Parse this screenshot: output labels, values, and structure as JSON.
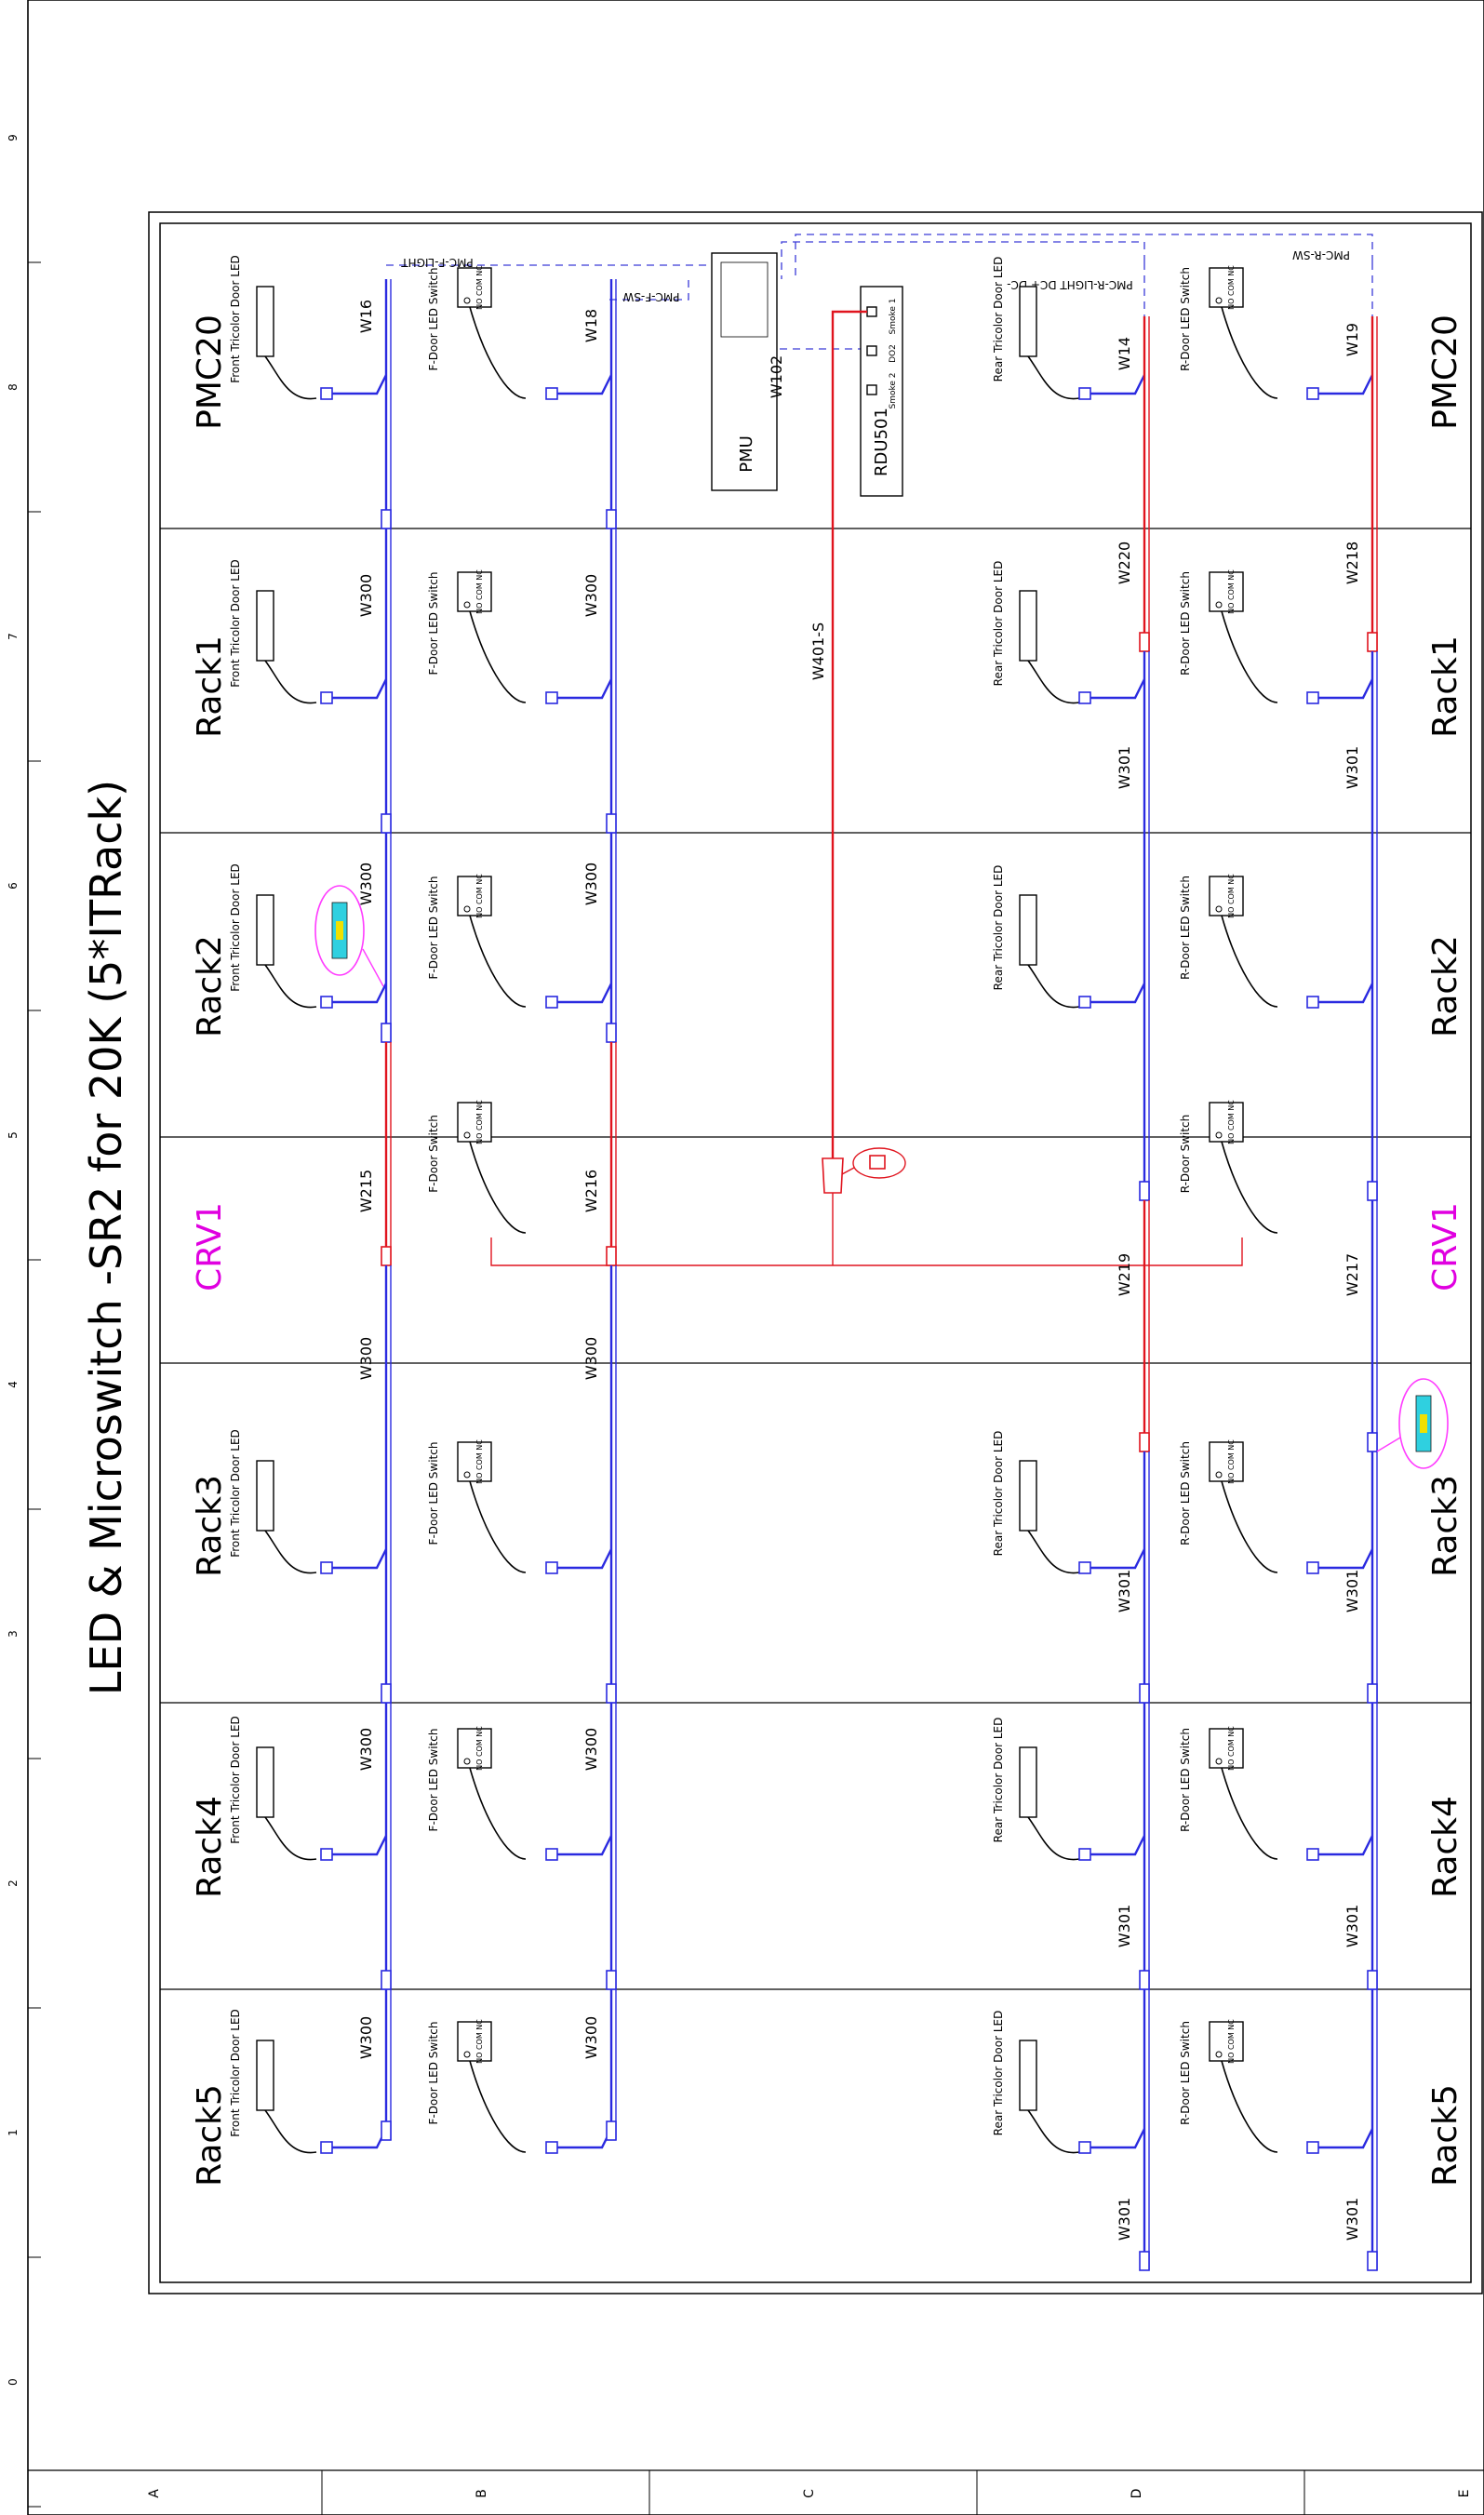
{
  "title": "LED & Microswitch -SR2 for 20K (5*ITRack)",
  "ruler_numbers": [
    "0",
    "1",
    "2",
    "3",
    "4",
    "5",
    "6",
    "7",
    "8",
    "9"
  ],
  "ruler_letters": [
    "A",
    "B",
    "C",
    "D",
    "E"
  ],
  "rack_labels": [
    "PMC20",
    "Rack1",
    "Rack2",
    "CRV1",
    "Rack3",
    "Rack4",
    "Rack5"
  ],
  "colors": {
    "blue_wire": "#2a2ae0",
    "red_wire": "#e0141e",
    "crv_label": "#e000e0",
    "highlight": "#ff3cff"
  },
  "devices": {
    "front_led": "Front Tricolor Door LED",
    "front_switch": "F-Door LED Switch",
    "rear_led": "Rear Tricolor Door LED",
    "rear_switch": "R-Door LED Switch",
    "crv_front_switch": "F-Door Switch",
    "crv_rear_switch": "R-Door Switch",
    "pmu": "PMU",
    "rdu": "RDU501",
    "rdu_port1": "Smoke 1",
    "rdu_port2": "Smoke 2",
    "rdu_port3": "DO2",
    "switch_contacts": "NO COM NC"
  },
  "signals": {
    "pmc_f_light": "PMC-F-LIGHT",
    "pmc_f_sw": "PMC-F-SW",
    "pmc_r_light": "PMC-R-LIGHT DC+ DC-",
    "pmc_r_sw": "PMC-R-SW"
  },
  "wires": {
    "pmc_front_led": "W16",
    "pmc_front_switch": "W18",
    "pmc_rear_led": "W14",
    "pmc_rear_switch": "W19",
    "pmu_link": "W102",
    "smoke": "W401-S",
    "front_led_chain": "W300",
    "front_switch_chain": "W300",
    "rear_led_chain": "W301",
    "rear_switch_chain": "W301",
    "rack1_rear_led": "W220",
    "rack1_rear_switch": "W218",
    "crv_front_led": "W215",
    "crv_front_switch": "W216",
    "crv_rear_led": "W219",
    "crv_rear_switch": "W217"
  }
}
